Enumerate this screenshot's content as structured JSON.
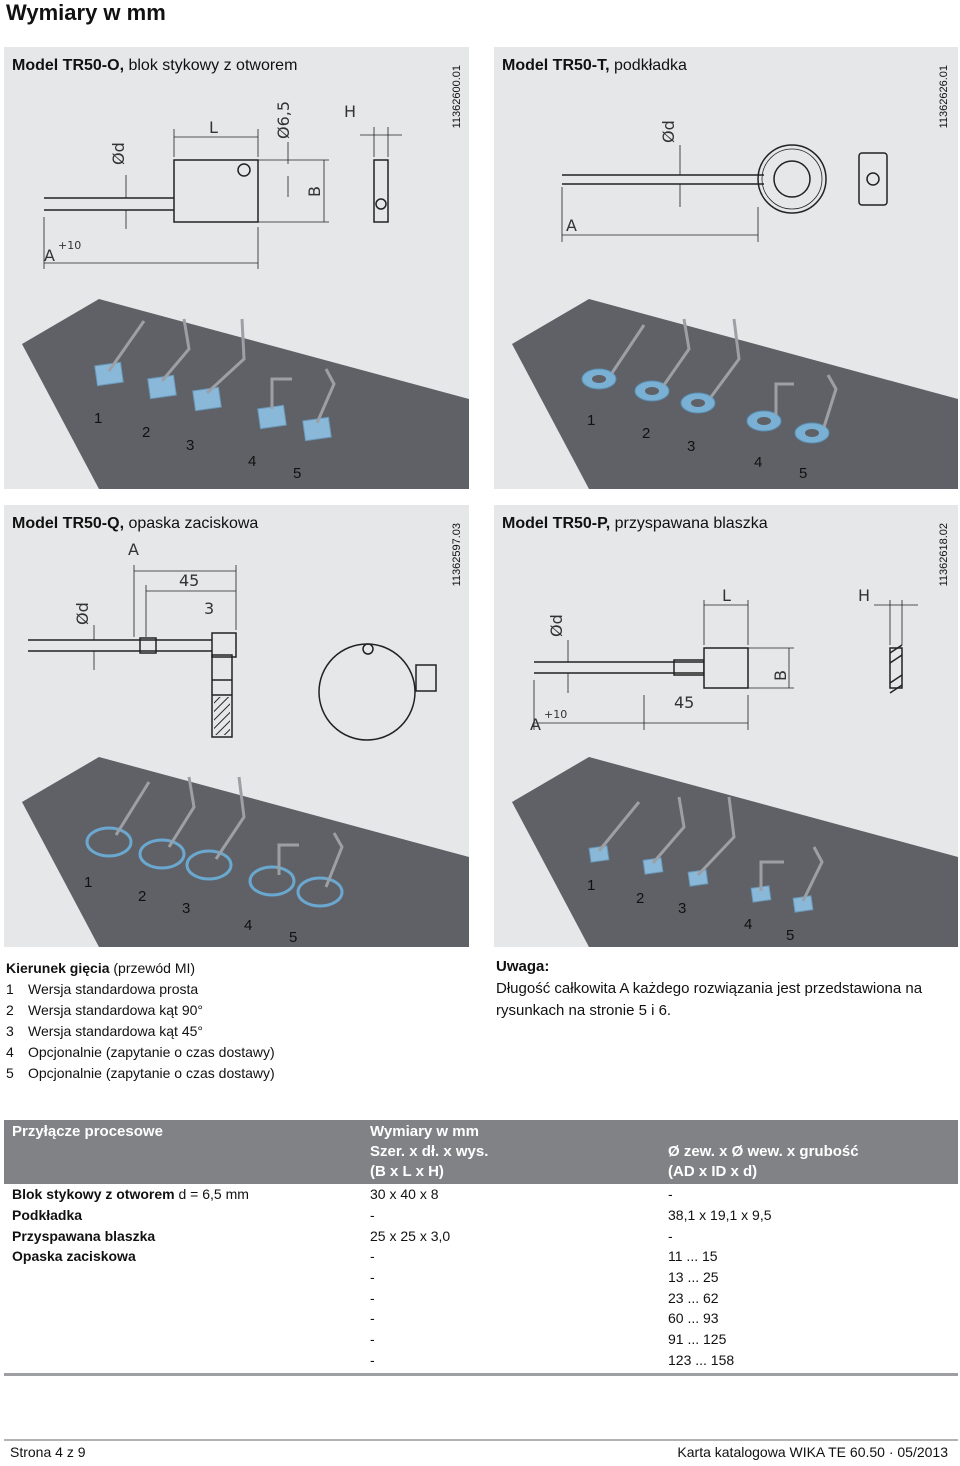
{
  "page_title": "Wymiary w mm",
  "panels": {
    "tr50o": {
      "model": "Model TR50-O,",
      "desc": " blok stykowy z otworem",
      "code": "11362600.01",
      "dims": {
        "d": "Ød",
        "L": "L",
        "hole": "Ø6,5",
        "H": "H",
        "B": "B",
        "A": "A",
        "tol": "+10"
      }
    },
    "tr50t": {
      "model": "Model TR50-T,",
      "desc": " podkładka",
      "code": "11362626.01",
      "dims": {
        "d": "Ød",
        "A": "A"
      }
    },
    "tr50q": {
      "model": "Model TR50-Q,",
      "desc": " opaska zaciskowa",
      "code": "11362597.03",
      "dims": {
        "A": "A",
        "d": "Ød",
        "n45": "45",
        "n3": "3"
      }
    },
    "tr50p": {
      "model": "Model TR50-P,",
      "desc": " przyspawana blaszka",
      "code": "11362618.02",
      "dims": {
        "d": "Ød",
        "L": "L",
        "H": "H",
        "B": "B",
        "A": "A",
        "tol": "+10",
        "n45": "45"
      }
    }
  },
  "variant_numbers": [
    "1",
    "2",
    "3",
    "4",
    "5"
  ],
  "legend": {
    "title_bold": "Kierunek gięcia",
    "title_rest": " (przewód MI)",
    "items": [
      {
        "n": "1",
        "text": "Wersja standardowa prosta"
      },
      {
        "n": "2",
        "text": "Wersja standardowa kąt 90°"
      },
      {
        "n": "3",
        "text": "Wersja standardowa kąt 45°"
      },
      {
        "n": "4",
        "text": "Opcjonalnie (zapytanie o czas dostawy)"
      },
      {
        "n": "5",
        "text": "Opcjonalnie (zapytanie o czas dostawy)"
      }
    ]
  },
  "note": {
    "title": "Uwaga:",
    "text": "Długość całkowita A każdego rozwiązania jest przedstawiona na rysunkach na stronie 5 i 6."
  },
  "table": {
    "h1": "Przyłącze procesowe",
    "h2a": "Wymiary w mm",
    "h2b": "Szer. x dł. x wys.",
    "h2c": "(B x L x H)",
    "h3a": "Ø zew. x Ø wew. x grubość",
    "h3b": "(AD x ID x d)",
    "rows": [
      {
        "label": "Blok stykowy z otworem",
        "extra": " d = 6,5 mm",
        "c2": "30 x 40 x 8",
        "c3": "-"
      },
      {
        "label": "Podkładka",
        "extra": "",
        "c2": "-",
        "c3": "38,1 x 19,1 x 9,5"
      },
      {
        "label": "Przyspawana blaszka",
        "extra": "",
        "c2": "25 x 25 x 3,0",
        "c3": "-"
      },
      {
        "label": "Opaska zaciskowa",
        "extra": "",
        "c2": "-",
        "c3": "11 ... 15"
      },
      {
        "label": "",
        "extra": "",
        "c2": "-",
        "c3": "13 ... 25"
      },
      {
        "label": "",
        "extra": "",
        "c2": "-",
        "c3": "23 ... 62"
      },
      {
        "label": "",
        "extra": "",
        "c2": "-",
        "c3": "60 ... 93"
      },
      {
        "label": "",
        "extra": "",
        "c2": "-",
        "c3": "91 ... 125"
      },
      {
        "label": "",
        "extra": "",
        "c2": "-",
        "c3": "123 ... 158"
      }
    ]
  },
  "footer": {
    "left": "Strona 4 z 9",
    "right": "Karta katalogowa WIKA TE 60.50 · 05/2013"
  }
}
